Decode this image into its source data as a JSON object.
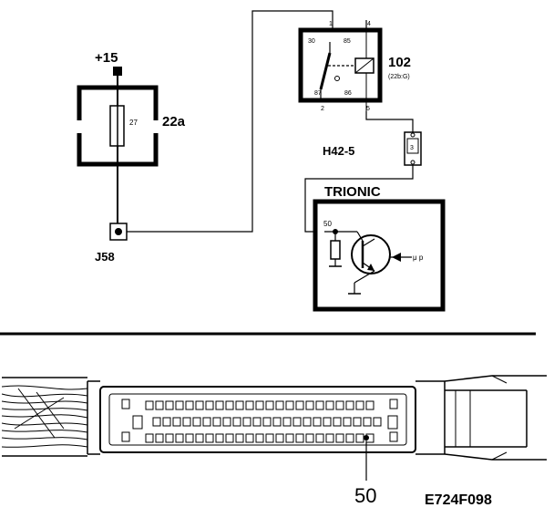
{
  "supply": {
    "label": "+15"
  },
  "fuse_box": {
    "label": "22a",
    "fuse_number": "27"
  },
  "junction": {
    "label": "J58"
  },
  "relay": {
    "number": "102",
    "location": "(22b:G)",
    "pins": {
      "p30": "30",
      "p85": "85",
      "p87": "87",
      "p86": "86",
      "p1": "1",
      "p2": "2",
      "p4": "4",
      "p5": "5"
    }
  },
  "connector": {
    "label": "H42-5",
    "pin": "3"
  },
  "ecu": {
    "label": "TRIONIC",
    "pin": "50",
    "mcu_label": "μ p"
  },
  "callout": {
    "label": "50"
  },
  "figure_code": "E724F098"
}
